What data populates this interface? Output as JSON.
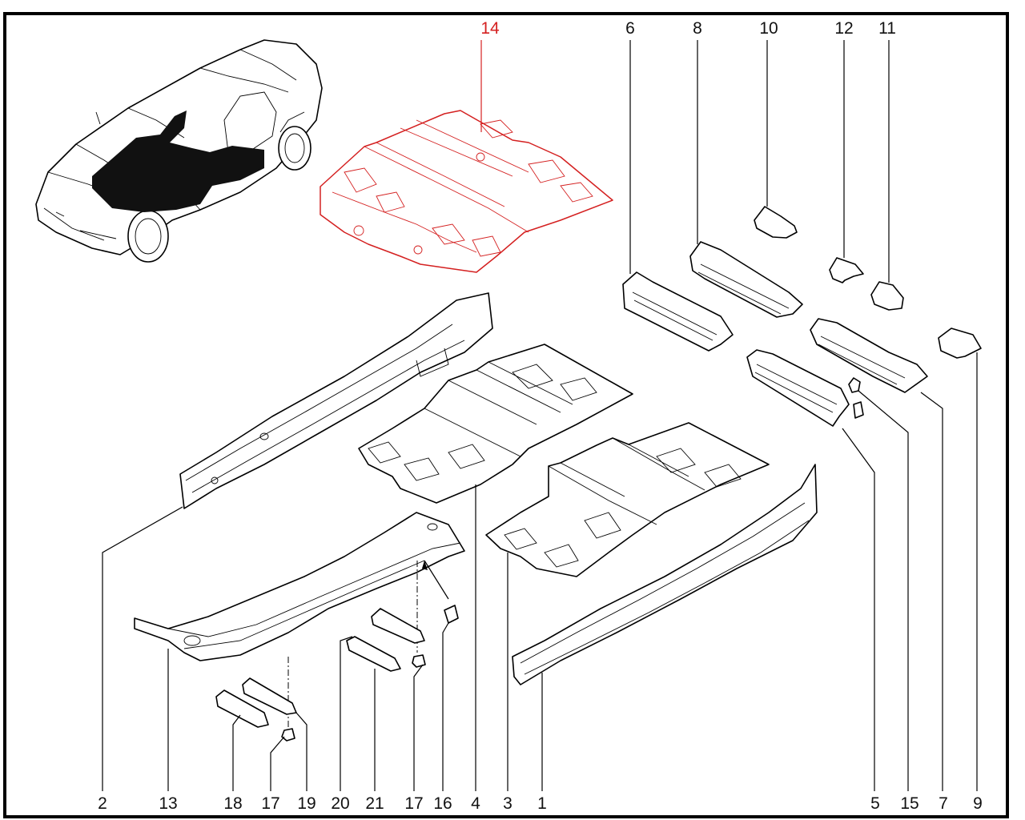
{
  "diagram": {
    "type": "exploded-parts-diagram",
    "subject": "Vehicle floor panel assembly",
    "highlighted_part": "14",
    "colors": {
      "highlight": "#d42020",
      "line": "#000000",
      "background": "#ffffff"
    },
    "callouts_top": [
      {
        "id": "14",
        "label": "14",
        "highlighted": true
      },
      {
        "id": "6",
        "label": "6"
      },
      {
        "id": "8",
        "label": "8"
      },
      {
        "id": "10",
        "label": "10"
      },
      {
        "id": "12",
        "label": "12"
      },
      {
        "id": "11",
        "label": "11"
      }
    ],
    "callouts_bottom": [
      {
        "id": "2",
        "label": "2"
      },
      {
        "id": "13",
        "label": "13"
      },
      {
        "id": "18",
        "label": "18"
      },
      {
        "id": "17a",
        "label": "17"
      },
      {
        "id": "19",
        "label": "19"
      },
      {
        "id": "20",
        "label": "20"
      },
      {
        "id": "21",
        "label": "21"
      },
      {
        "id": "17b",
        "label": "17"
      },
      {
        "id": "16",
        "label": "16"
      },
      {
        "id": "4",
        "label": "4"
      },
      {
        "id": "3",
        "label": "3"
      },
      {
        "id": "1",
        "label": "1"
      },
      {
        "id": "5",
        "label": "5"
      },
      {
        "id": "15",
        "label": "15"
      },
      {
        "id": "7",
        "label": "7"
      },
      {
        "id": "9",
        "label": "9"
      }
    ]
  }
}
